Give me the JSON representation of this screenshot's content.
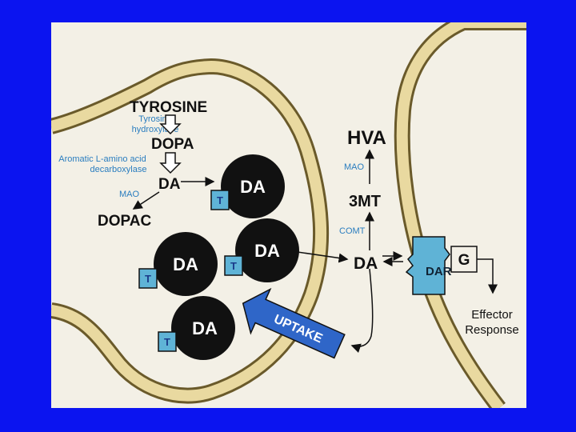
{
  "labels": {
    "tyrosine": "TYROSINE",
    "tyrosine_hydroxylase_1": "Tyrosine",
    "tyrosine_hydroxylase_2": "hydroxylase",
    "dopa": "DOPA",
    "aadc_1": "Aromatic L-amino acid",
    "aadc_2": "decarboxylase",
    "da_cytosol": "DA",
    "mao_left": "MAO",
    "dopac": "DOPAC",
    "hva": "HVA",
    "mao_right": "MAO",
    "three_mt": "3MT",
    "comt": "COMT",
    "da_synaptic": "DA",
    "dar": "DAR",
    "g_protein": "G",
    "effector_1": "Effector",
    "effector_2": "Response",
    "uptake": "UPTAKE"
  },
  "vesicles": [
    {
      "label": "DA",
      "transporter": "T"
    },
    {
      "label": "DA",
      "transporter": "T"
    },
    {
      "label": "DA",
      "transporter": "T"
    },
    {
      "label": "DA",
      "transporter": "T"
    }
  ],
  "colors": {
    "background": "#0b14f0",
    "panel": "#f3f0e6",
    "membrane": "#e9d9a0",
    "vesicle": "#111111",
    "transporter": "#5fb3d6",
    "receptor": "#5fb3d6",
    "enzyme_text": "#2a7dbf",
    "uptake_arrow": "#2f66c8"
  }
}
